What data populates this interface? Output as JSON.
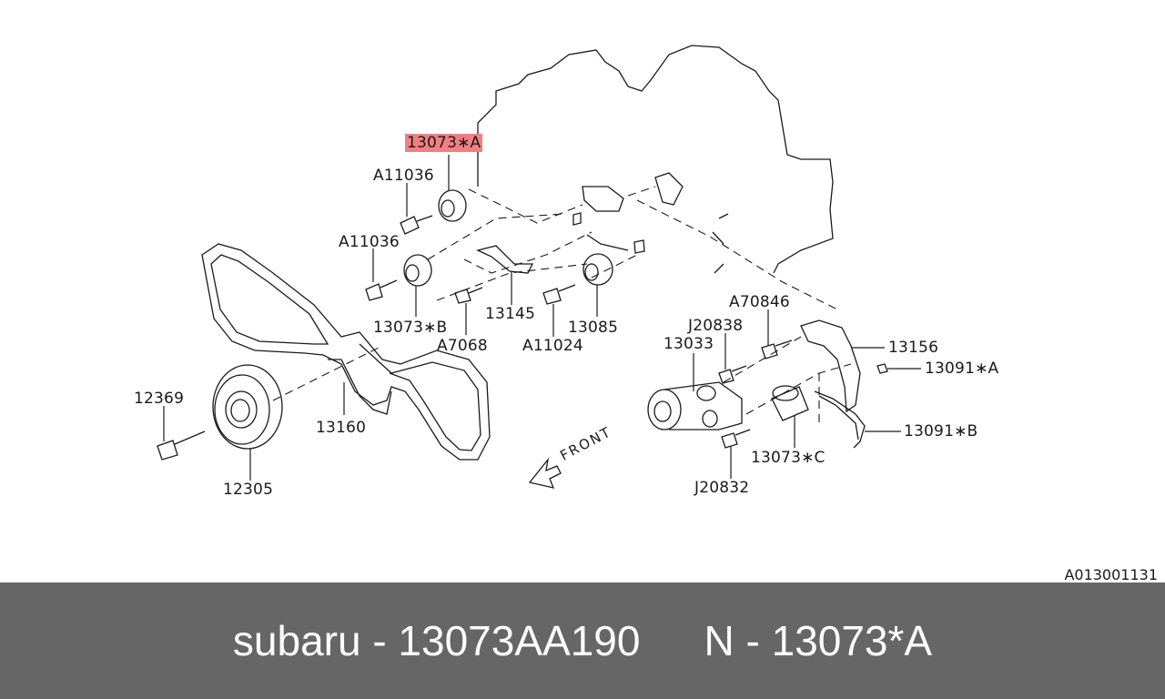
{
  "labels": {
    "l13073A": "13073∗A",
    "l11036a": "A11036",
    "l11036b": "A11036",
    "l13073B": "13073∗B",
    "l7068": "A7068",
    "l13145": "13145",
    "l11024": "A11024",
    "l13085": "13085",
    "l70846": "A70846",
    "l20838": "J20838",
    "l13033": "13033",
    "l13156": "13156",
    "l13091A": "13091∗A",
    "l13091B": "13091∗B",
    "l13073C": "13073∗C",
    "l20832": "J20832",
    "l12369": "12369",
    "l13160": "13160",
    "l12305": "12305"
  },
  "front_label": "FRONT",
  "diagram_code": "A013001131",
  "footer": {
    "brand_part": "subaru - 13073AA190",
    "ref_part": "N - 13073*A"
  },
  "highlight_color": "#f08080",
  "footer_color": "#666666"
}
